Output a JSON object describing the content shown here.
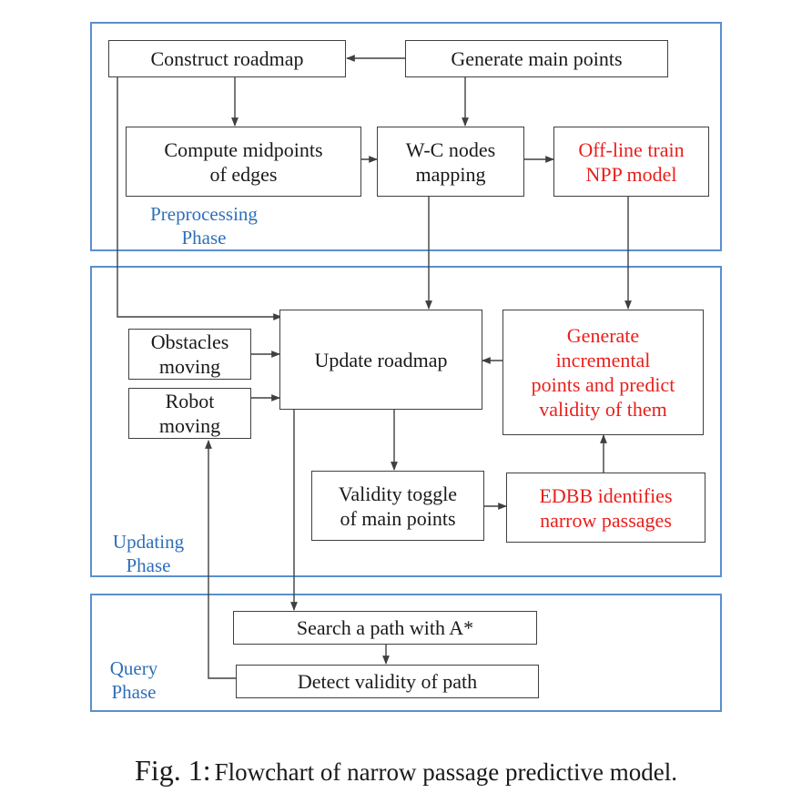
{
  "phases": {
    "preprocessing": "Preprocessing\nPhase",
    "updating": "Updating\nPhase",
    "query": "Query\nPhase"
  },
  "nodes": {
    "construct_roadmap": "Construct roadmap",
    "generate_main_points": "Generate main points",
    "compute_midpoints": "Compute midpoints\nof edges",
    "wc_nodes_mapping": "W-C nodes\nmapping",
    "offline_train": "Off-line train\nNPP model",
    "obstacles_moving": "Obstacles\nmoving",
    "robot_moving": "Robot\nmoving",
    "update_roadmap": "Update roadmap",
    "generate_incremental": "Generate\nincremental\npoints and predict\nvalidity of them",
    "validity_toggle": "Validity toggle\nof main points",
    "edbb": "EDBB identifies\nnarrow passages",
    "search_path": "Search a path with A*",
    "detect_validity": "Detect validity of path"
  },
  "caption": {
    "prefix": "Fig. 1:",
    "text": "Flowchart of narrow passage predictive model."
  },
  "colors": {
    "phase_border": "#5b8fd0",
    "phase_label": "#2e6fb8",
    "highlight_text": "#e8201c",
    "line": "#404040"
  }
}
